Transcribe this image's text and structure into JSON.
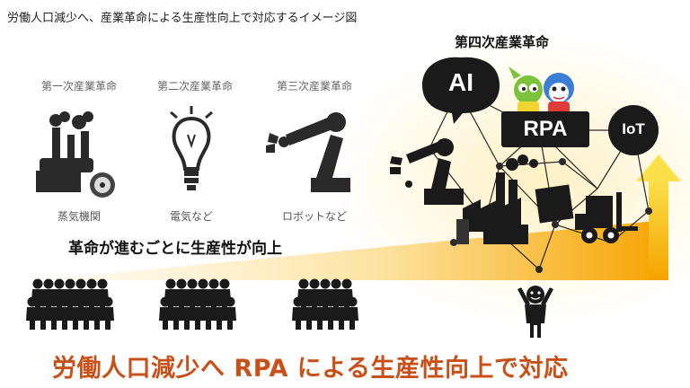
{
  "page_title": "労働人口減少へ、産業革命による生産性向上で対応するイメージ図",
  "eras": [
    {
      "name": "第一次産業革命",
      "tech": "蒸気機関",
      "icon": "steam-engine-icon"
    },
    {
      "name": "第二次産業革命",
      "tech": "電気など",
      "icon": "light-bulb-icon"
    },
    {
      "name": "第三次産業革命",
      "tech": "ロボットなど",
      "icon": "robot-arm-icon"
    }
  ],
  "fourth": {
    "title": "第四次産業革命",
    "nodes": {
      "ai": "AI",
      "rpa": "RPA",
      "iot": "IoT"
    }
  },
  "progress_caption": "革命が進むごとに生産性が向上",
  "headline": "労働人口減少へ RPA による生産性向上で対応",
  "colors": {
    "headline": "#c8511a",
    "gradient_start": "#fff6dd",
    "gradient_end": "#f5a000",
    "arrow": "#f7d23a",
    "icon": "#2a2a2a"
  }
}
